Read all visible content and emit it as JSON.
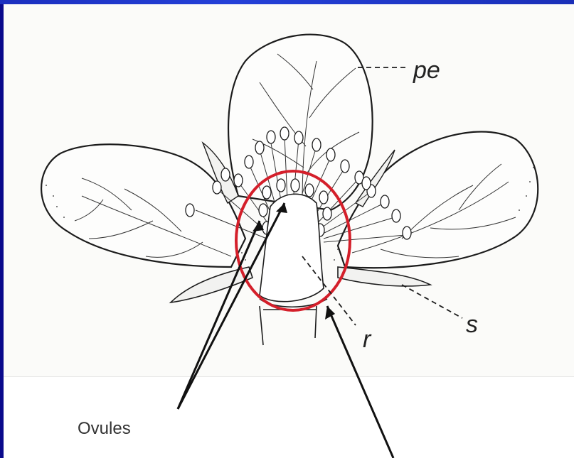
{
  "labels": {
    "petal": "pe",
    "sepal": "s",
    "receptacle": "r",
    "ovules": "Ovules"
  },
  "colors": {
    "highlight_circle": "#d41f2a",
    "line_art": "#1c1c1c",
    "background_frame": "#0a0a8c"
  }
}
